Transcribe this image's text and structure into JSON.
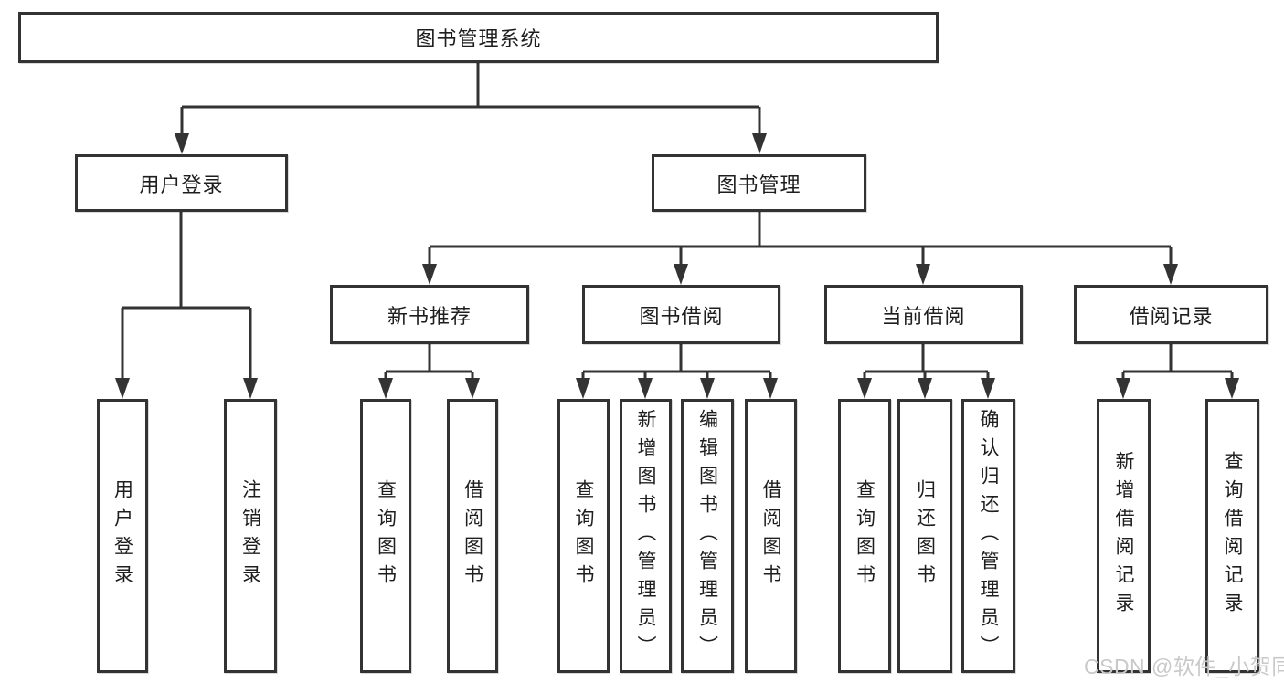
{
  "diagram": {
    "type": "hierarchy-chart",
    "colors": {
      "line": "#333333",
      "box_border": "#333333",
      "text": "#1e1e1e",
      "background": "#ffffff",
      "watermark": "#c9c9c9"
    },
    "tree": {
      "root": {
        "label": "图书管理系统"
      },
      "children": [
        {
          "label": "用户登录",
          "children": [
            {
              "label": "用户登录"
            },
            {
              "label": "注销登录"
            }
          ]
        },
        {
          "label": "图书管理",
          "children": [
            {
              "label": "新书推荐",
              "children": [
                {
                  "label": "查询图书"
                },
                {
                  "label": "借阅图书"
                }
              ]
            },
            {
              "label": "图书借阅",
              "children": [
                {
                  "label": "查询图书"
                },
                {
                  "label": "新增图书（管理员）"
                },
                {
                  "label": "编辑图书（管理员）"
                },
                {
                  "label": "借阅图书"
                }
              ]
            },
            {
              "label": "当前借阅",
              "children": [
                {
                  "label": "查询图书"
                },
                {
                  "label": "归还图书"
                },
                {
                  "label": "确认归还（管理员）"
                }
              ]
            },
            {
              "label": "借阅记录",
              "children": [
                {
                  "label": "新增借阅记录"
                },
                {
                  "label": "查询借阅记录"
                }
              ]
            }
          ]
        }
      ]
    },
    "watermark": {
      "text": "CSDN @软件_小贺同学"
    }
  }
}
